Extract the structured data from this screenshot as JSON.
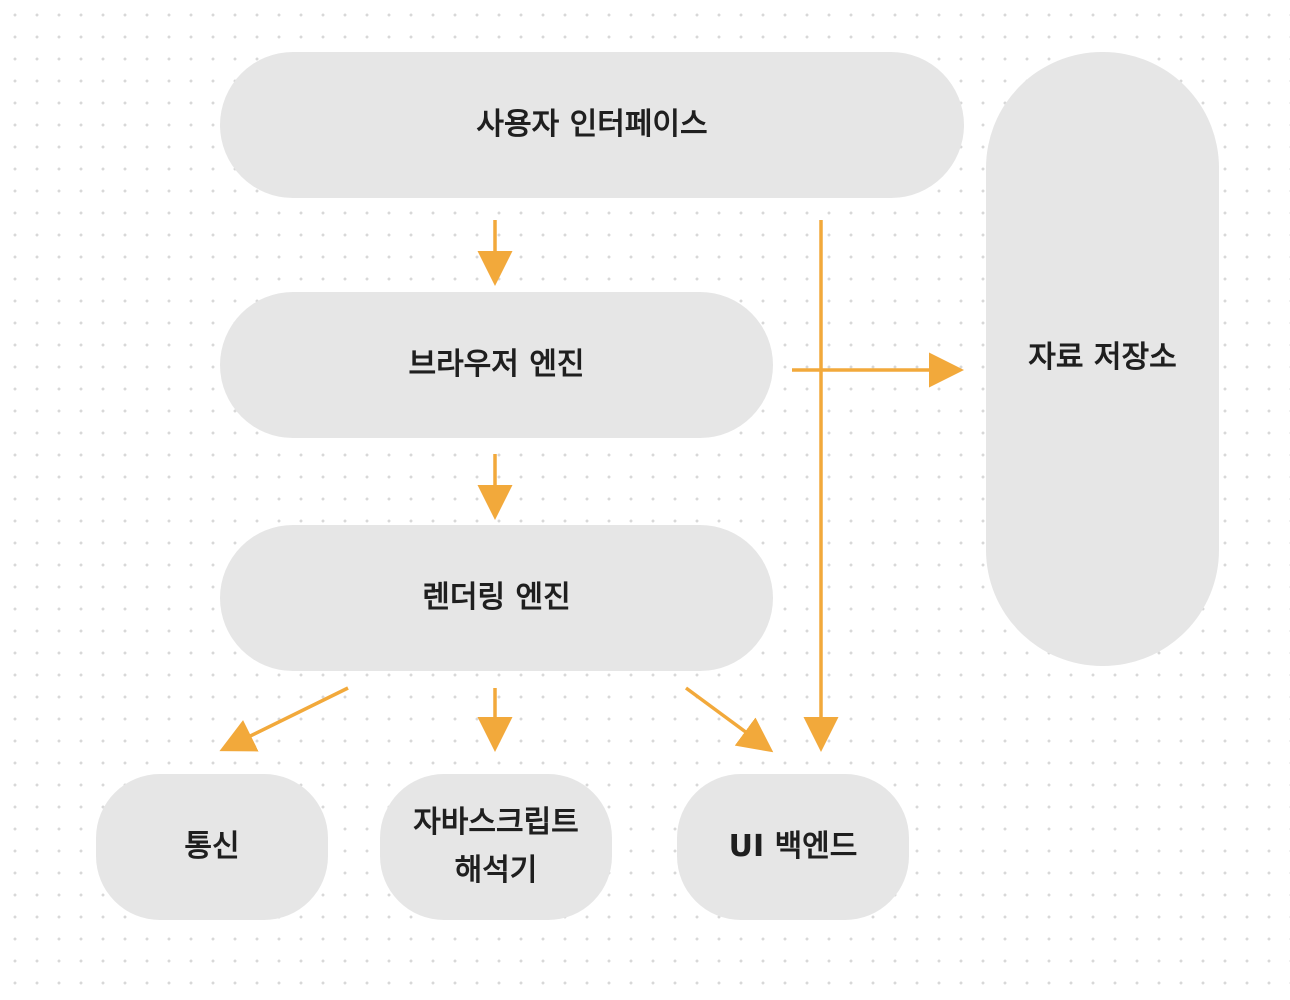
{
  "diagram": {
    "nodes": {
      "user_interface": {
        "label": "사용자 인터페이스"
      },
      "browser_engine": {
        "label": "브라우저 엔진"
      },
      "rendering_engine": {
        "label": "렌더링 엔진"
      },
      "data_storage": {
        "label": "자료 저장소"
      },
      "networking": {
        "label": "통신"
      },
      "js_interpreter": {
        "label_line1": "자바스크립트",
        "label_line2": "해석기"
      },
      "ui_backend": {
        "label": "UI 백엔드"
      }
    },
    "edges": [
      {
        "from": "user_interface",
        "to": "browser_engine"
      },
      {
        "from": "user_interface",
        "to": "ui_backend"
      },
      {
        "from": "browser_engine",
        "to": "data_storage"
      },
      {
        "from": "browser_engine",
        "to": "rendering_engine"
      },
      {
        "from": "rendering_engine",
        "to": "networking"
      },
      {
        "from": "rendering_engine",
        "to": "js_interpreter"
      },
      {
        "from": "rendering_engine",
        "to": "ui_backend"
      }
    ],
    "colors": {
      "node_fill": "#e6e6e6",
      "arrow": "#f2a93b",
      "text": "#1f1f1f"
    }
  }
}
